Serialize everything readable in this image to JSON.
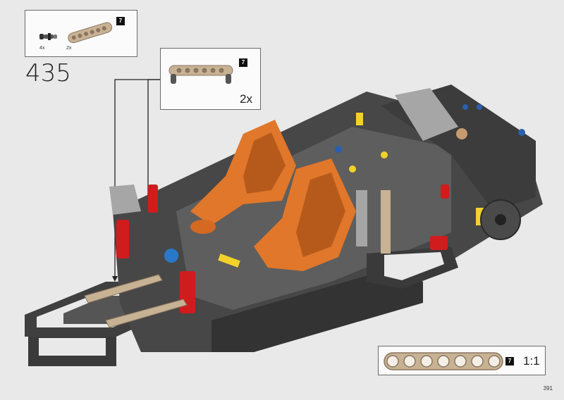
{
  "parts_list": {
    "items": [
      {
        "qty": "4x",
        "color_code": "7",
        "part": "connector-pin-icon"
      },
      {
        "qty": "2x",
        "color_code": "7",
        "part": "tan-beam-7-icon"
      }
    ]
  },
  "step": {
    "number": "435"
  },
  "callout": {
    "qty": "2x",
    "color_code": "7",
    "part": "tan-bent-beam-icon"
  },
  "scale_box": {
    "color_code": "7",
    "scale": "1:1",
    "part": "tan-beam-7-icon"
  },
  "page": {
    "number": "391"
  },
  "colors": {
    "background": "#e9e9e9",
    "tan": "#c8b294",
    "dark_gray": "#3a3a3a",
    "orange": "#e0772a",
    "red": "#d01c1c",
    "blue": "#2a5fb0",
    "yellow": "#f2d22a"
  }
}
